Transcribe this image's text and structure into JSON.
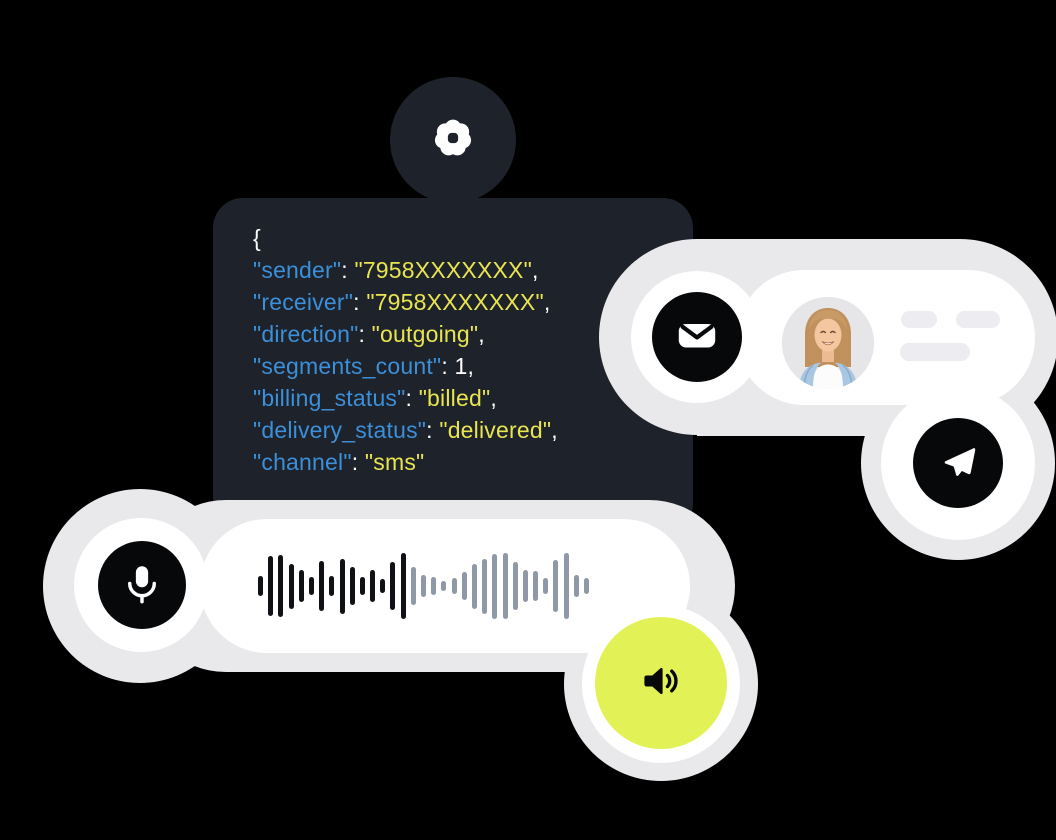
{
  "colors": {
    "background": "#000000",
    "panel_dark": "#1e222a",
    "icon_black": "#07080a",
    "blob_gray": "#e9e9eb",
    "card_white": "#ffffff",
    "placeholder_gray": "#ededf1",
    "accent_lime": "#e2f155",
    "code_key_blue": "#3c8fd9",
    "code_value_yellow": "#e8e551",
    "code_plain_white": "#ffffff",
    "waveform_played": "#101114",
    "waveform_remaining": "#8e98a6"
  },
  "settings_knob": {
    "icon": "gear-icon"
  },
  "code_panel": {
    "open_brace": "{",
    "lines": [
      {
        "key": "\"sender\"",
        "sep": ": ",
        "value": "\"7958XXXXXXX\"",
        "value_style": "string",
        "tail": ","
      },
      {
        "key": "\"receiver\"",
        "sep": ": ",
        "value": "\"7958XXXXXXX\"",
        "value_style": "string",
        "tail": ","
      },
      {
        "key": "\"direction\"",
        "sep": ": ",
        "value": "\"outgoing\"",
        "value_style": "string",
        "tail": ","
      },
      {
        "key": "\"segments_count\"",
        "sep": ": ",
        "value": "1",
        "value_style": "number",
        "tail": ","
      },
      {
        "key": "\"billing_status\"",
        "sep": ": ",
        "value": "\"billed\"",
        "value_style": "string",
        "tail": ","
      },
      {
        "key": "\"delivery_status\"",
        "sep": ": ",
        "value": "\"delivered\"",
        "value_style": "string",
        "tail": ","
      },
      {
        "key": "\"channel\"",
        "sep": ": ",
        "value": "\"sms\"",
        "value_style": "string",
        "tail": ""
      }
    ]
  },
  "chat_card": {
    "email_button_icon": "envelope-icon",
    "avatar": "woman-portrait",
    "text_placeholder_rows": [
      2,
      1
    ],
    "send_button_icon": "telegram-plane-icon"
  },
  "voice_card": {
    "mic_button_icon": "microphone-icon",
    "speaker_button_icon": "speaker-volume-icon",
    "waveform": {
      "bar_heights": [
        20,
        60,
        62,
        45,
        32,
        18,
        50,
        20,
        55,
        38,
        18,
        32,
        14,
        48,
        66,
        38,
        22,
        18,
        10,
        16,
        28,
        45,
        55,
        65,
        66,
        48,
        32,
        30,
        16,
        52,
        66,
        22,
        16
      ],
      "played_bars": 15
    }
  }
}
